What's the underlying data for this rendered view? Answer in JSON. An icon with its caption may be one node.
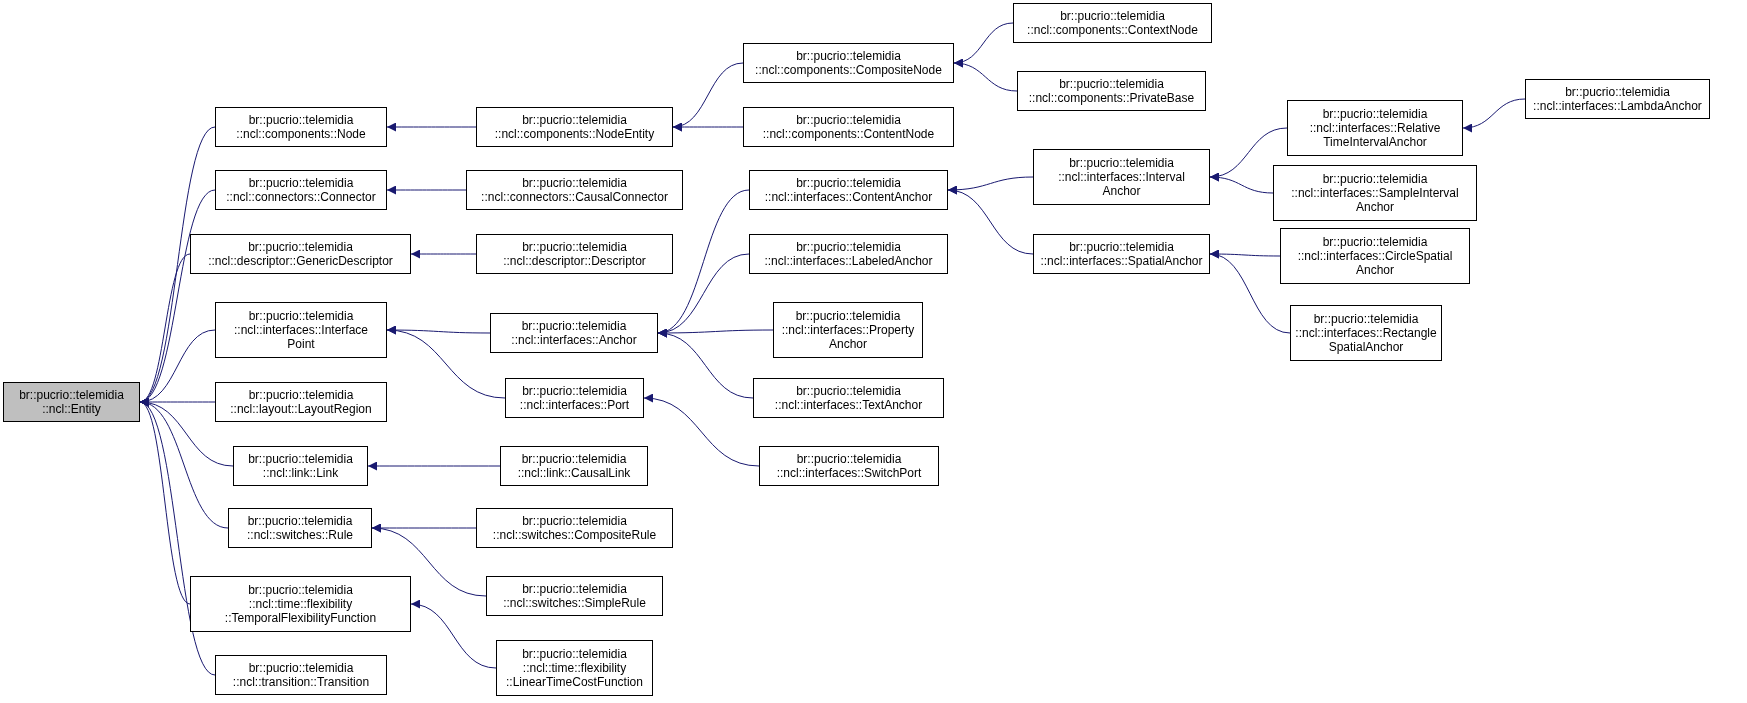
{
  "diagram": {
    "nodes": [
      {
        "text": [
          "br::pucrio::telemidia ::ncl::Entity"
        ]
      },
      {
        "text": [
          "br::pucrio::telemidia ::ncl::components::Node"
        ]
      },
      {
        "text": [
          "br::pucrio::telemidia ::ncl::connectors::Connector"
        ]
      },
      {
        "text": [
          "br::pucrio::telemidia ::ncl::descriptor::GenericDescriptor"
        ]
      },
      {
        "text": [
          "br::pucrio::telemidia ::ncl::interfaces::Interface Point"
        ]
      },
      {
        "text": [
          "br::pucrio::telemidia ::ncl::layout::LayoutRegion"
        ]
      },
      {
        "text": [
          "br::pucrio::telemidia ::ncl::link::Link"
        ]
      },
      {
        "text": [
          "br::pucrio::telemidia ::ncl::switches::Rule"
        ]
      },
      {
        "text": [
          "br::pucrio::telemidia ::ncl::time::flexibility ::TemporalFlexibilityFunction"
        ]
      },
      {
        "text": [
          "br::pucrio::telemidia ::ncl::transition::Transition"
        ]
      },
      {
        "text": [
          "br::pucrio::telemidia ::ncl::components::NodeEntity"
        ]
      },
      {
        "text": [
          "br::pucrio::telemidia ::ncl::connectors::CausalConnector"
        ]
      },
      {
        "text": [
          "br::pucrio::telemidia ::ncl::descriptor::Descriptor"
        ]
      },
      {
        "text": [
          "br::pucrio::telemidia ::ncl::interfaces::Anchor"
        ]
      },
      {
        "text": [
          "br::pucrio::telemidia ::ncl::interfaces::Port"
        ]
      },
      {
        "text": [
          "br::pucrio::telemidia ::ncl::link::CausalLink"
        ]
      },
      {
        "text": [
          "br::pucrio::telemidia ::ncl::switches::CompositeRule"
        ]
      },
      {
        "text": [
          "br::pucrio::telemidia ::ncl::switches::SimpleRule"
        ]
      },
      {
        "text": [
          "br::pucrio::telemidia ::ncl::time::flexibility ::LinearTimeCostFunction"
        ]
      },
      {
        "text": [
          "br::pucrio::telemidia ::ncl::components::CompositeNode"
        ]
      },
      {
        "text": [
          "br::pucrio::telemidia ::ncl::components::ContentNode"
        ]
      },
      {
        "text": [
          "br::pucrio::telemidia ::ncl::interfaces::ContentAnchor"
        ]
      },
      {
        "text": [
          "br::pucrio::telemidia ::ncl::interfaces::LabeledAnchor"
        ]
      },
      {
        "text": [
          "br::pucrio::telemidia ::ncl::interfaces::Property Anchor"
        ]
      },
      {
        "text": [
          "br::pucrio::telemidia ::ncl::interfaces::TextAnchor"
        ]
      },
      {
        "text": [
          "br::pucrio::telemidia ::ncl::interfaces::SwitchPort"
        ]
      },
      {
        "text": [
          "br::pucrio::telemidia ::ncl::components::ContextNode"
        ]
      },
      {
        "text": [
          "br::pucrio::telemidia ::ncl::components::PrivateBase"
        ]
      },
      {
        "text": [
          "br::pucrio::telemidia ::ncl::interfaces::Interval Anchor"
        ]
      },
      {
        "text": [
          "br::pucrio::telemidia ::ncl::interfaces::SpatialAnchor"
        ]
      },
      {
        "text": [
          "br::pucrio::telemidia ::ncl::interfaces::Relative TimeIntervalAnchor"
        ]
      },
      {
        "text": [
          "br::pucrio::telemidia ::ncl::interfaces::SampleInterval Anchor"
        ]
      },
      {
        "text": [
          "br::pucrio::telemidia ::ncl::interfaces::CircleSpatial Anchor"
        ]
      },
      {
        "text": [
          "br::pucrio::telemidia ::ncl::interfaces::Rectangle SpatialAnchor"
        ]
      },
      {
        "text": [
          "br::pucrio::telemidia ::ncl::interfaces::LambdaAnchor"
        ]
      }
    ],
    "edges": [
      {
        "from": 1,
        "to": 0,
        "arrow": "to"
      },
      {
        "from": 2,
        "to": 0,
        "arrow": "to"
      },
      {
        "from": 3,
        "to": 0,
        "arrow": "to"
      },
      {
        "from": 4,
        "to": 0,
        "arrow": "to"
      },
      {
        "from": 5,
        "to": 0,
        "arrow": "to"
      },
      {
        "from": 6,
        "to": 0,
        "arrow": "to"
      },
      {
        "from": 7,
        "to": 0,
        "arrow": "to"
      },
      {
        "from": 8,
        "to": 0,
        "arrow": "to"
      },
      {
        "from": 9,
        "to": 0,
        "arrow": "to"
      },
      {
        "from": 10,
        "to": 1,
        "arrow": "to"
      },
      {
        "from": 11,
        "to": 2,
        "arrow": "to"
      },
      {
        "from": 12,
        "to": 3,
        "arrow": "to"
      },
      {
        "from": 13,
        "to": 4,
        "arrow": "to"
      },
      {
        "from": 14,
        "to": 4,
        "arrow": "to"
      },
      {
        "from": 15,
        "to": 6,
        "arrow": "to"
      },
      {
        "from": 16,
        "to": 7,
        "arrow": "to"
      },
      {
        "from": 17,
        "to": 7,
        "arrow": "to"
      },
      {
        "from": 18,
        "to": 8,
        "arrow": "to"
      },
      {
        "from": 19,
        "to": 10,
        "arrow": "to"
      },
      {
        "from": 20,
        "to": 10,
        "arrow": "to"
      },
      {
        "from": 21,
        "to": 13,
        "arrow": "to"
      },
      {
        "from": 22,
        "to": 13,
        "arrow": "to"
      },
      {
        "from": 23,
        "to": 13,
        "arrow": "to"
      },
      {
        "from": 24,
        "to": 13,
        "arrow": "to"
      },
      {
        "from": 25,
        "to": 14,
        "arrow": "to"
      },
      {
        "from": 26,
        "to": 19,
        "arrow": "to"
      },
      {
        "from": 27,
        "to": 19,
        "arrow": "to"
      },
      {
        "from": 28,
        "to": 21,
        "arrow": "to"
      },
      {
        "from": 29,
        "to": 21,
        "arrow": "to"
      },
      {
        "from": 30,
        "to": 28,
        "arrow": "to"
      },
      {
        "from": 31,
        "to": 28,
        "arrow": "to"
      },
      {
        "from": 32,
        "to": 29,
        "arrow": "to"
      },
      {
        "from": 33,
        "to": 29,
        "arrow": "to"
      },
      {
        "from": 34,
        "to": 30,
        "arrow": "to"
      }
    ]
  }
}
